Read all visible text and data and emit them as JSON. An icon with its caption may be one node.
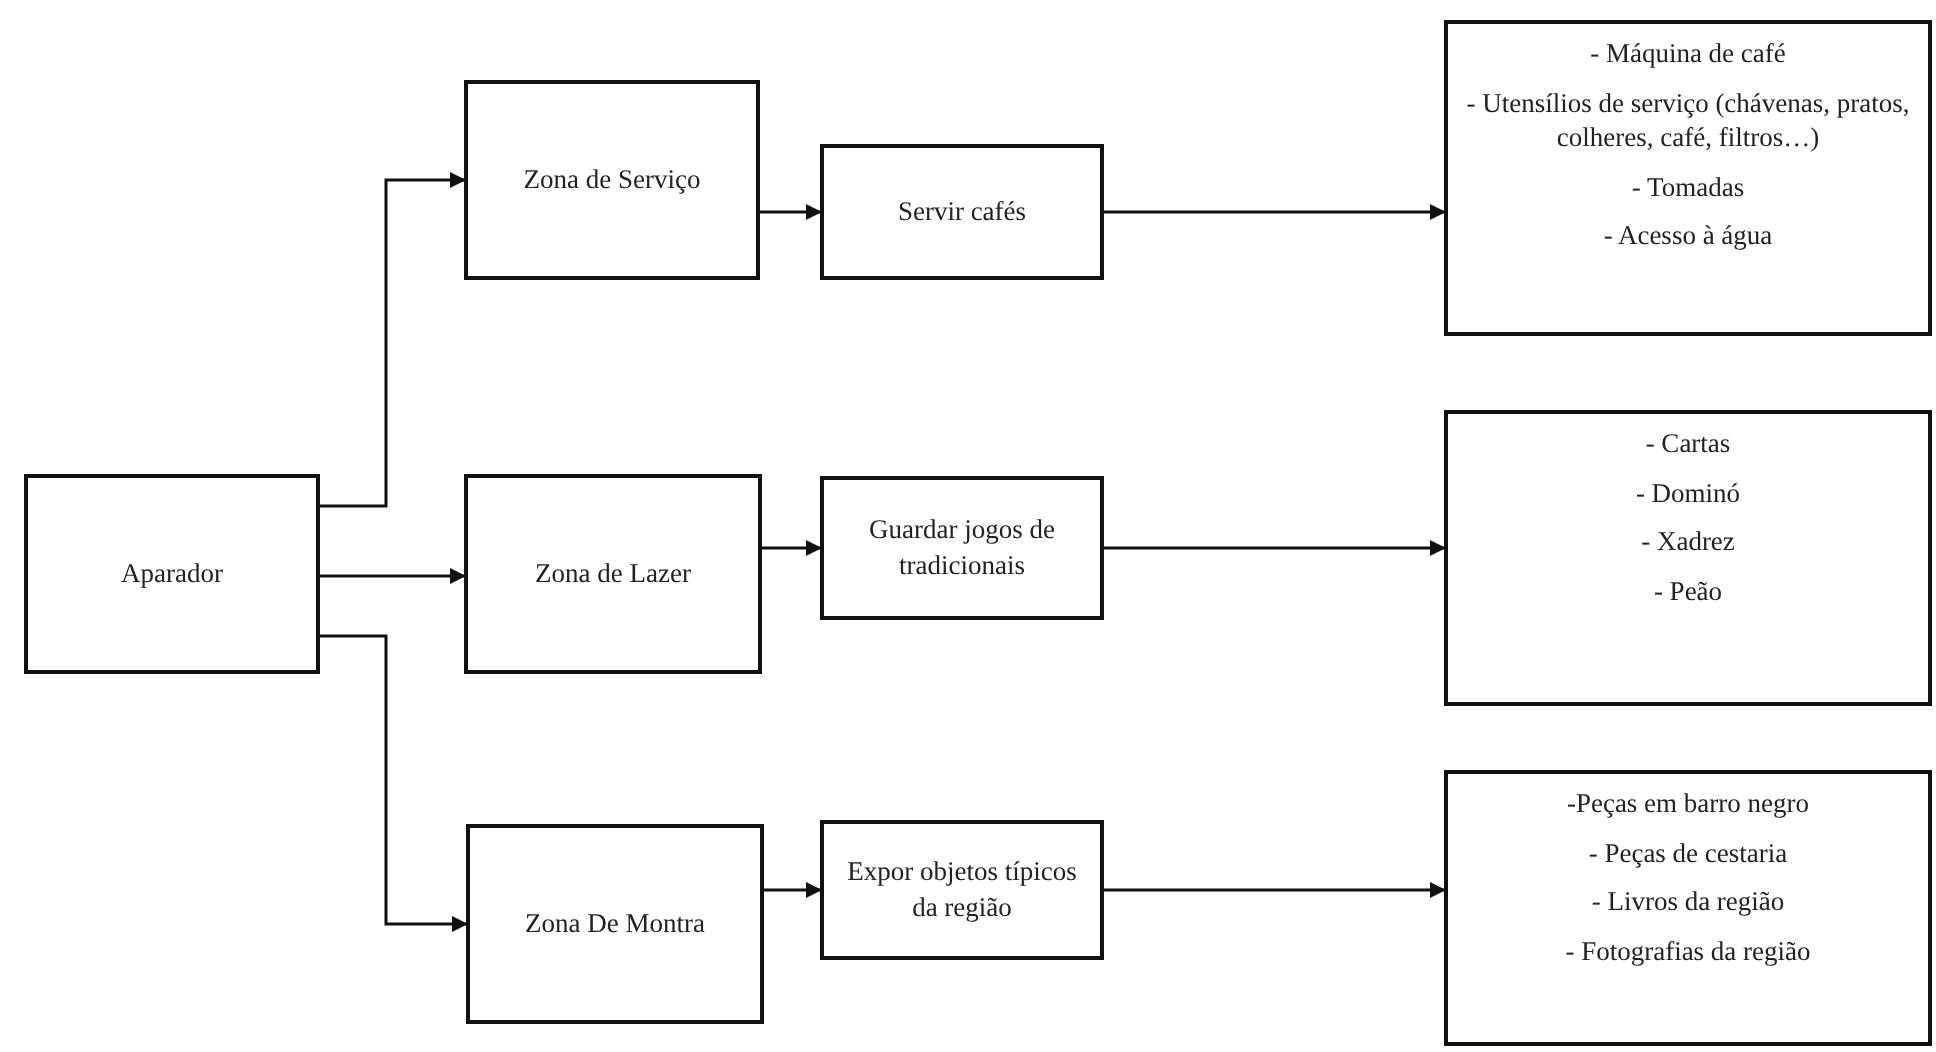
{
  "diagram": {
    "nodes": [
      {
        "text": [
          "Aparador"
        ]
      },
      {
        "text": [
          "Zona de Serviço"
        ]
      },
      {
        "text": [
          "Servir cafés"
        ]
      },
      {
        "text": [
          "- Máquina de café",
          "- Utensílios de serviço (chávenas, pratos, colheres, café, filtros…)",
          "- Tomadas",
          "- Acesso à água"
        ]
      },
      {
        "text": [
          "Zona de Lazer"
        ]
      },
      {
        "text": [
          "Guardar jogos de tradicionais"
        ]
      },
      {
        "text": [
          "- Cartas",
          "- Dominó",
          "- Xadrez",
          "- Peão"
        ]
      },
      {
        "text": [
          "Zona De Montra"
        ]
      },
      {
        "text": [
          "Expor objetos típicos da região"
        ]
      },
      {
        "text": [
          "-Peças em barro negro",
          "- Peças de cestaria",
          "- Livros da região",
          "- Fotografias da região"
        ]
      }
    ],
    "edges": [
      {
        "from": 0,
        "to": 1,
        "arrow": "to"
      },
      {
        "from": 0,
        "to": 4,
        "arrow": "to"
      },
      {
        "from": 0,
        "to": 7,
        "arrow": "to"
      },
      {
        "from": 1,
        "to": 2,
        "arrow": "to"
      },
      {
        "from": 2,
        "to": 3,
        "arrow": "to"
      },
      {
        "from": 4,
        "to": 5,
        "arrow": "to"
      },
      {
        "from": 5,
        "to": 6,
        "arrow": "to"
      },
      {
        "from": 7,
        "to": 8,
        "arrow": "to"
      },
      {
        "from": 8,
        "to": 9,
        "arrow": "to"
      }
    ]
  }
}
